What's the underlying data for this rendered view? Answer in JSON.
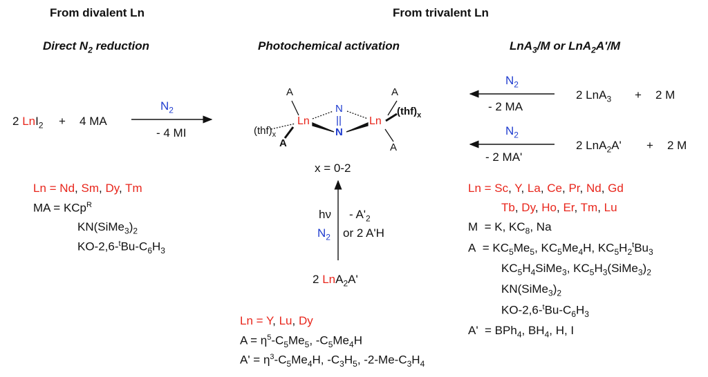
{
  "headings": {
    "divalent": "From divalent Ln",
    "trivalent": "From trivalent Ln",
    "direct": "Direct N2 reduction",
    "photo": "Photochemical activation",
    "lna3": "LnA3/M or LnA2A'/M"
  },
  "left_reaction": {
    "coef_ln": "2",
    "ln": "Ln",
    "ln_rest": "I2",
    "plus": "+",
    "coef_ma": "4",
    "ma": "MA",
    "arrow_top": "N2",
    "arrow_bottom": "- 4 MI"
  },
  "left_legend": {
    "ln_label": "Ln =",
    "ln_values": [
      "Nd",
      "Sm",
      "Dy",
      "Tm"
    ],
    "ma_label": "MA =",
    "ma_1": "KCpR",
    "ma_2": "KN(SiMe3)2",
    "ma_3": "KO-2,6-tBu-C6H3"
  },
  "center_product": {
    "a_tl": "A",
    "a_tr": "A",
    "a_bl": "A",
    "a_br": "A",
    "thf_left": "(thf)x",
    "thf_right": "(thf)x",
    "ln_left": "Ln",
    "ln_right": "Ln",
    "n_top": "N",
    "n_bottom": "N",
    "x_range": "x = 0-2"
  },
  "center_reaction": {
    "hv": "hν",
    "n2": "N2",
    "minus_a2": "- A'2",
    "or_ah": "or 2 A'H",
    "reactant_coef": "2",
    "reactant_ln": "Ln",
    "reactant_rest": "A2A'"
  },
  "center_legend": {
    "ln_label": "Ln =",
    "ln_values": [
      "Y",
      "Lu",
      "Dy"
    ],
    "a_line": "A = η5-C5Me5, -C5Me4H",
    "a_prime_line": "A' = η3-C5Me4H, -C3H5, -2-Me-C3H4"
  },
  "right_reactions": {
    "r1_top": "N2",
    "r1_bottom": "- 2 MA",
    "r1_reactant": "2 LnA3",
    "r1_plus": "+",
    "r1_m": "2 M",
    "r2_top": "N2",
    "r2_bottom": "- 2 MA'",
    "r2_reactant": "2 LnA2A'",
    "r2_plus": "+",
    "r2_m": "2 M"
  },
  "right_legend": {
    "ln_label": "Ln =",
    "ln_values_1": [
      "Sc",
      "Y",
      "La",
      "Ce",
      "Pr",
      "Nd",
      "Gd"
    ],
    "ln_values_2": [
      "Tb",
      "Dy",
      "Ho",
      "Er",
      "Tm",
      "Lu"
    ],
    "m_line": "M = K, KC8, Na",
    "a_label": "A =",
    "a_1": "KC5Me5, KC5Me4H, KC5H2tBu3",
    "a_2": "KC5H4SiMe3, KC5H3(SiMe3)2",
    "a_3": "KN(SiMe3)2",
    "a_4": "KO-2,6-tBu-C6H3",
    "a_prime": "A' = BPh4, BH4, H, I"
  },
  "colors": {
    "ln_red": "#e8261c",
    "n2_blue": "#1f3ccf",
    "text": "#111111"
  }
}
